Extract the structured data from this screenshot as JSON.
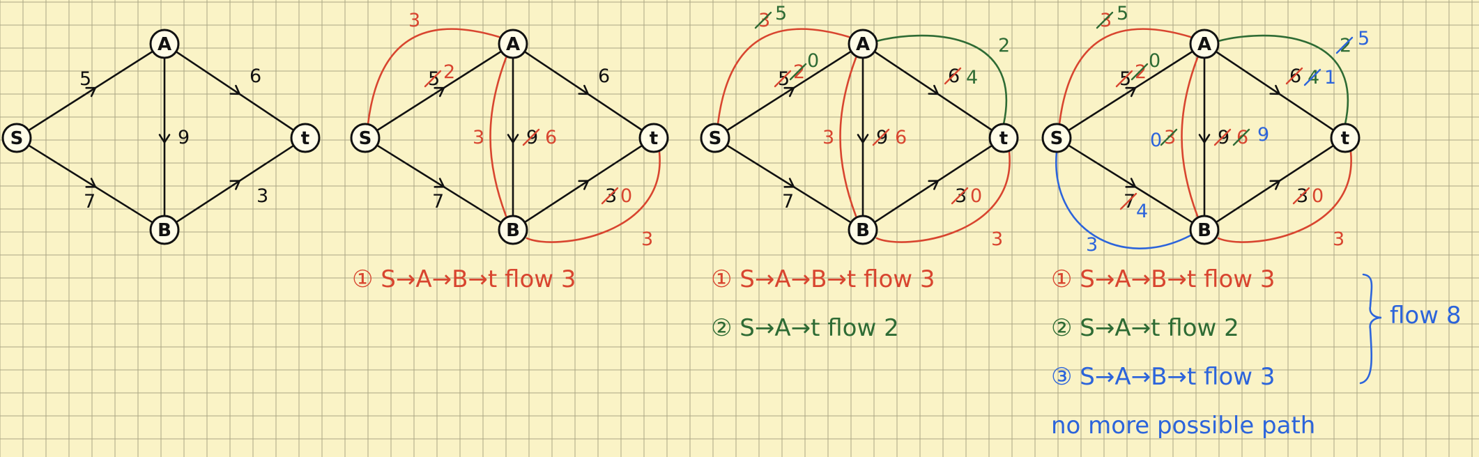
{
  "colors": {
    "paper": "#faf3c6",
    "grid": "#aaa684",
    "ink": "#111111",
    "red": "#d8452f",
    "green": "#2e6b34",
    "blue": "#2c64db"
  },
  "nodes": {
    "s": "S",
    "A": "A",
    "B": "B",
    "t": "t"
  },
  "panels": [
    {
      "edge_labels": {
        "sA": {
          "text": "5",
          "color": "ink"
        },
        "At": {
          "text": "6",
          "color": "ink"
        },
        "AB": {
          "text": "9",
          "color": "ink"
        },
        "sB": {
          "text": "7",
          "color": "ink"
        },
        "Bt": {
          "text": "3",
          "color": "ink"
        }
      },
      "annotations": [],
      "notes": []
    },
    {
      "edge_labels": {
        "sA": {
          "text": "5",
          "color": "ink",
          "struck": true
        },
        "At": {
          "text": "6",
          "color": "ink"
        },
        "AB": {
          "text": "9",
          "color": "ink",
          "struck": true
        },
        "sB": {
          "text": "7",
          "color": "ink"
        },
        "Bt": {
          "text": "3",
          "color": "ink",
          "struck": true
        }
      },
      "annotations": [
        {
          "id": "sA_new",
          "text": "2",
          "color": "red"
        },
        {
          "id": "AB_new",
          "text": "6",
          "color": "red"
        },
        {
          "id": "Bt_new",
          "text": "0",
          "color": "red"
        },
        {
          "id": "back_As",
          "text": "3",
          "color": "red"
        },
        {
          "id": "back_BA",
          "text": "3",
          "color": "red"
        },
        {
          "id": "back_tB",
          "text": "3",
          "color": "red"
        }
      ],
      "notes": [
        {
          "text": "① S→A→B→t   flow 3",
          "color": "red"
        }
      ]
    },
    {
      "edge_labels": {
        "sA": {
          "text": "5",
          "color": "ink",
          "struck": true
        },
        "At": {
          "text": "6",
          "color": "ink",
          "struck": true
        },
        "AB": {
          "text": "9",
          "color": "ink",
          "struck": true
        },
        "sB": {
          "text": "7",
          "color": "ink"
        },
        "Bt": {
          "text": "3",
          "color": "ink",
          "struck": true
        }
      },
      "annotations": [
        {
          "id": "sA_new",
          "text": "2",
          "color": "red",
          "struck": true
        },
        {
          "id": "sA_new2",
          "text": "0",
          "color": "green"
        },
        {
          "id": "At_new",
          "text": "4",
          "color": "green"
        },
        {
          "id": "AB_new",
          "text": "6",
          "color": "red"
        },
        {
          "id": "Bt_new",
          "text": "0",
          "color": "red"
        },
        {
          "id": "back_As",
          "text": "3",
          "color": "red",
          "struck": true
        },
        {
          "id": "back_As2",
          "text": "5",
          "color": "green"
        },
        {
          "id": "back_BA",
          "text": "3",
          "color": "red"
        },
        {
          "id": "back_tB",
          "text": "3",
          "color": "red"
        },
        {
          "id": "back_tA",
          "text": "2",
          "color": "green"
        }
      ],
      "notes": [
        {
          "text": "① S→A→B→t   flow 3",
          "color": "red"
        },
        {
          "text": "② S→A→t        flow 2",
          "color": "green"
        }
      ]
    },
    {
      "edge_labels": {
        "sA": {
          "text": "5",
          "color": "ink",
          "struck": true
        },
        "At": {
          "text": "6",
          "color": "ink",
          "struck": true
        },
        "AB": {
          "text": "9",
          "color": "ink",
          "struck": true
        },
        "sB": {
          "text": "7",
          "color": "ink",
          "struck": true
        },
        "Bt": {
          "text": "3",
          "color": "ink",
          "struck": true
        }
      },
      "annotations": [
        {
          "id": "sA_new",
          "text": "2",
          "color": "red",
          "struck": true
        },
        {
          "id": "sA_new2",
          "text": "0",
          "color": "green"
        },
        {
          "id": "At_new",
          "text": "4",
          "color": "green",
          "struck": true
        },
        {
          "id": "At_new2",
          "text": "1",
          "color": "blue"
        },
        {
          "id": "AB_new",
          "text": "6",
          "color": "red",
          "struck": true
        },
        {
          "id": "AB_new2",
          "text": "9",
          "color": "blue"
        },
        {
          "id": "sB_new",
          "text": "4",
          "color": "blue"
        },
        {
          "id": "Bt_new",
          "text": "0",
          "color": "red"
        },
        {
          "id": "back_As",
          "text": "3",
          "color": "red",
          "struck": true
        },
        {
          "id": "back_As2",
          "text": "5",
          "color": "green"
        },
        {
          "id": "back_BA",
          "text": "3",
          "color": "red",
          "struck": true
        },
        {
          "id": "back_BA2",
          "text": "0",
          "color": "blue"
        },
        {
          "id": "back_tB",
          "text": "3",
          "color": "red"
        },
        {
          "id": "back_tA",
          "text": "2",
          "color": "green",
          "struck": true
        },
        {
          "id": "back_tA2",
          "text": "5",
          "color": "blue"
        },
        {
          "id": "back_Bs",
          "text": "3",
          "color": "blue"
        }
      ],
      "notes": [
        {
          "text": "① S→A→B→t   flow 3",
          "color": "red"
        },
        {
          "text": "② S→A→t        flow 2",
          "color": "green"
        },
        {
          "text": "③ S→A→B→t  flow 3",
          "color": "blue"
        },
        {
          "text": "no more possible path",
          "color": "blue"
        }
      ],
      "total": {
        "text": "flow 8",
        "color": "blue"
      }
    }
  ]
}
